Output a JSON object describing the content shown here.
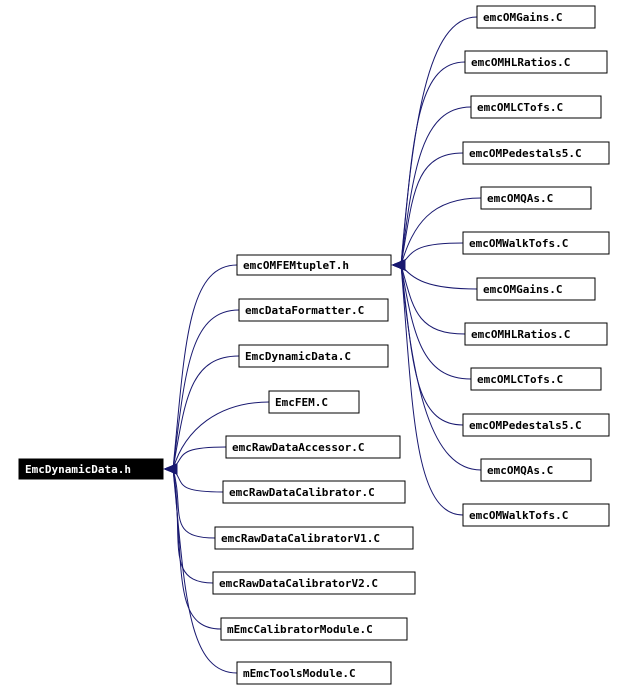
{
  "graph": {
    "root": {
      "id": "root",
      "label": "EmcDynamicData.h"
    },
    "nodes": [
      {
        "id": "ftuple",
        "label": "emcOMFEMtupleT.h"
      },
      {
        "id": "fmt",
        "label": "emcDataFormatter.C"
      },
      {
        "id": "dyn",
        "label": "EmcDynamicData.C"
      },
      {
        "id": "fem",
        "label": "EmcFEM.C"
      },
      {
        "id": "acc",
        "label": "emcRawDataAccessor.C"
      },
      {
        "id": "cal",
        "label": "emcRawDataCalibrator.C"
      },
      {
        "id": "cal1",
        "label": "emcRawDataCalibratorV1.C"
      },
      {
        "id": "cal2",
        "label": "emcRawDataCalibratorV2.C"
      },
      {
        "id": "mcal",
        "label": "mEmcCalibratorModule.C"
      },
      {
        "id": "mtool",
        "label": "mEmcToolsModule.C"
      },
      {
        "id": "g1",
        "label": "emcOMGains.C"
      },
      {
        "id": "h1",
        "label": "emcOMHLRatios.C"
      },
      {
        "id": "l1",
        "label": "emcOMLCTofs.C"
      },
      {
        "id": "p1",
        "label": "emcOMPedestals5.C"
      },
      {
        "id": "q1",
        "label": "emcOMQAs.C"
      },
      {
        "id": "w1",
        "label": "emcOMWalkTofs.C"
      },
      {
        "id": "g2",
        "label": "emcOMGains.C"
      },
      {
        "id": "h2",
        "label": "emcOMHLRatios.C"
      },
      {
        "id": "l2",
        "label": "emcOMLCTofs.C"
      },
      {
        "id": "p2",
        "label": "emcOMPedestals5.C"
      },
      {
        "id": "q2",
        "label": "emcOMQAs.C"
      },
      {
        "id": "w2",
        "label": "emcOMWalkTofs.C"
      }
    ],
    "edges": [
      {
        "from": "ftuple",
        "to": "root"
      },
      {
        "from": "fmt",
        "to": "root"
      },
      {
        "from": "dyn",
        "to": "root"
      },
      {
        "from": "fem",
        "to": "root"
      },
      {
        "from": "acc",
        "to": "root"
      },
      {
        "from": "cal",
        "to": "root"
      },
      {
        "from": "cal1",
        "to": "root"
      },
      {
        "from": "cal2",
        "to": "root"
      },
      {
        "from": "mcal",
        "to": "root"
      },
      {
        "from": "mtool",
        "to": "root"
      },
      {
        "from": "g1",
        "to": "ftuple"
      },
      {
        "from": "h1",
        "to": "ftuple"
      },
      {
        "from": "l1",
        "to": "ftuple"
      },
      {
        "from": "p1",
        "to": "ftuple"
      },
      {
        "from": "q1",
        "to": "ftuple"
      },
      {
        "from": "w1",
        "to": "ftuple"
      },
      {
        "from": "g2",
        "to": "ftuple"
      },
      {
        "from": "h2",
        "to": "ftuple"
      },
      {
        "from": "l2",
        "to": "ftuple"
      },
      {
        "from": "p2",
        "to": "ftuple"
      },
      {
        "from": "q2",
        "to": "ftuple"
      },
      {
        "from": "w2",
        "to": "ftuple"
      }
    ]
  },
  "colors": {
    "edge": "#191970",
    "root_fill": "#000000",
    "root_text": "#ffffff",
    "node_fill": "#ffffff",
    "node_border": "#000000"
  }
}
